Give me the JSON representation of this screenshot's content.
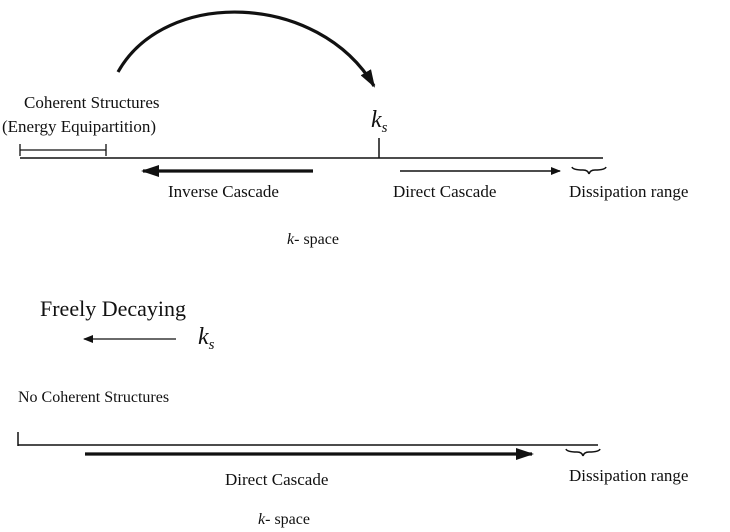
{
  "top_panel": {
    "coherent_line1": "Coherent Structures",
    "coherent_line2": "(Energy Equipartition)",
    "ks_k": "k",
    "ks_sub": "s",
    "inverse_cascade": "Inverse Cascade",
    "direct_cascade": "Direct Cascade",
    "dissipation_range": "Dissipation range",
    "kspace_k": "k",
    "kspace_rest": "- space"
  },
  "middle": {
    "freely_decaying": "Freely Decaying",
    "ks_k": "k",
    "ks_sub": "s"
  },
  "bottom_panel": {
    "no_coherent": "No Coherent Structures",
    "direct_cascade": "Direct Cascade",
    "dissipation_range": "Dissipation range",
    "kspace_k": "k",
    "kspace_rest": "- space"
  }
}
